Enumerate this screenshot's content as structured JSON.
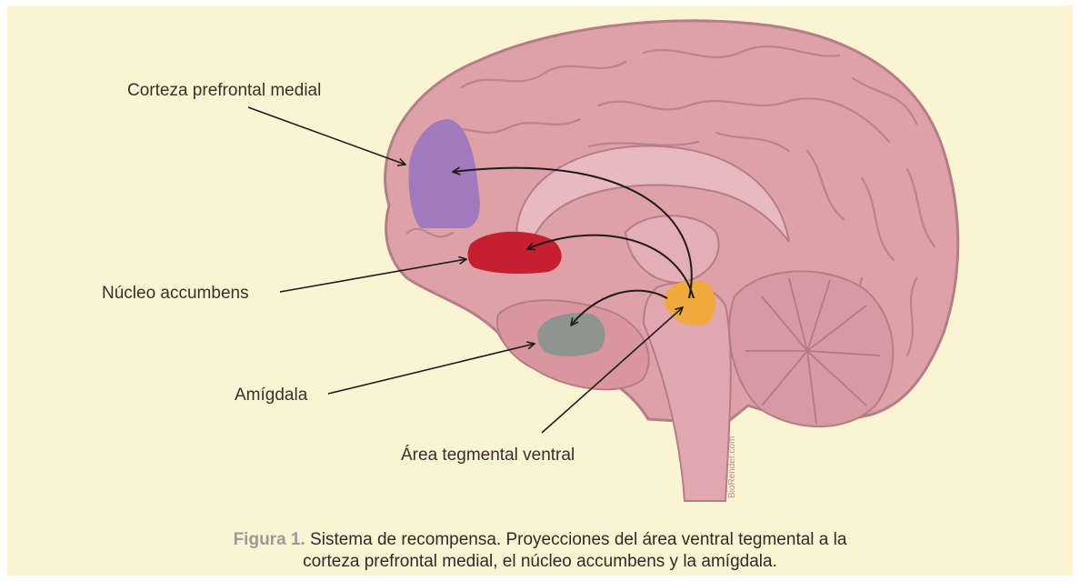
{
  "labels": {
    "prefrontal": "Corteza prefrontal medial",
    "accumbens": "Núcleo accumbens",
    "amygdala": "Amígdala",
    "vta": "Área tegmental ventral"
  },
  "watermark": "BioRender.com",
  "caption": {
    "figure_label": "Figura 1.",
    "line1": "Sistema de recompensa. Proyecciones del área ventral tegmental a la",
    "line2": "corteza prefrontal medial, el núcleo accumbens y la amígdala."
  },
  "colors": {
    "background": "#fbf4d2",
    "brain": "#dea1a8",
    "brain_outline": "#b47e86",
    "prefrontal_region": "#a07abd",
    "accumbens_region": "#c51f30",
    "amygdala_region": "#8e9590",
    "vta_region": "#f0a93b"
  }
}
